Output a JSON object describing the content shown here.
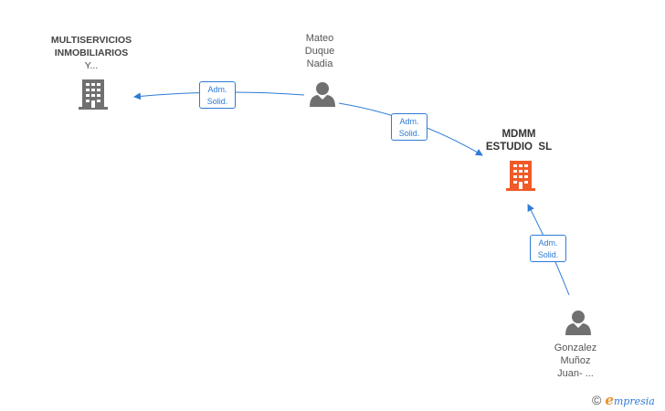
{
  "nodes": {
    "multiservicios": {
      "lines": [
        "MULTISERVICIOS",
        "INMOBILIARIOS",
        "Y..."
      ],
      "type": "company",
      "color": "#707070",
      "icon": "building-icon"
    },
    "mateo": {
      "lines": [
        "Mateo",
        "Duque",
        "Nadia"
      ],
      "type": "person",
      "color": "#707070",
      "icon": "person-icon"
    },
    "mdmm": {
      "lines": [
        "MDMM",
        "ESTUDIO  SL"
      ],
      "type": "company",
      "color": "#f05a28",
      "icon": "building-icon"
    },
    "gonzalez": {
      "lines": [
        "Gonzalez",
        "Muñoz",
        "Juan- ..."
      ],
      "type": "person",
      "color": "#707070",
      "icon": "person-icon"
    }
  },
  "edges": {
    "mateo_to_multiservicios": {
      "lines": [
        "Adm.",
        "Solid."
      ]
    },
    "mateo_to_mdmm": {
      "lines": [
        "Adm.",
        "Solid."
      ]
    },
    "gonzalez_to_mdmm": {
      "lines": [
        "Adm.",
        "Solid."
      ]
    }
  },
  "colors": {
    "edge": "#2e7bd6"
  },
  "brand": {
    "copyright": "©",
    "e": "e",
    "rest": "mpresia"
  }
}
